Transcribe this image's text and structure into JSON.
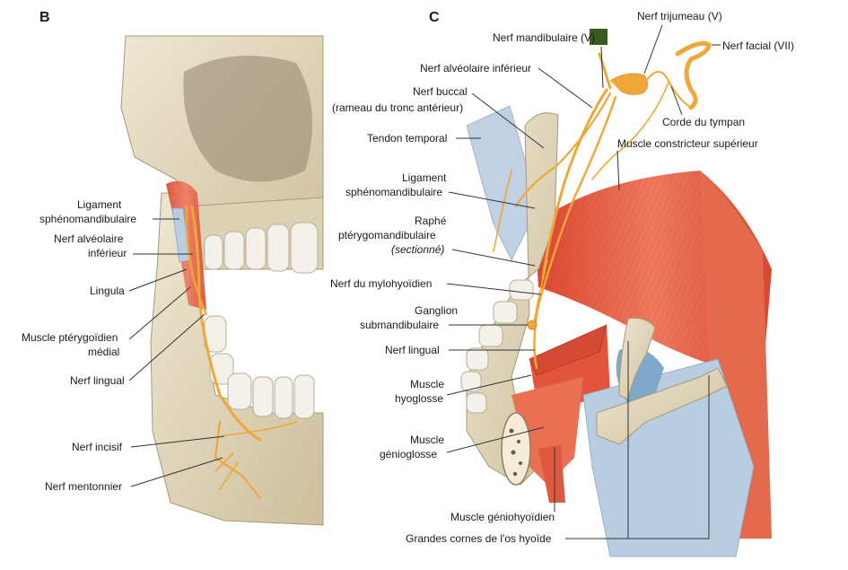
{
  "panel_b": {
    "letter": "B",
    "labels": {
      "sphenomandibular_1": "Ligament",
      "sphenomandibular_2": "sphénomandibulaire",
      "inferior_alveolar_1": "Nerf alvéolaire",
      "inferior_alveolar_2": "inférieur",
      "lingula": "Lingula",
      "medial_pterygoid_1": "Muscle ptérygoïdien",
      "medial_pterygoid_2": "médial",
      "lingual": "Nerf lingual",
      "incisive": "Nerf incisif",
      "mental": "Nerf mentonnier"
    }
  },
  "panel_c": {
    "letter": "C",
    "labels": {
      "mandibular_nerve": "Nerf mandibulaire (",
      "mandibular_nerve_v": "V",
      "mandibular_nerve_close": ")",
      "trigeminal": "Nerf trijumeau (V)",
      "facial": "Nerf facial (VII)",
      "inferior_alveolar": "Nerf alvéolaire inférieur",
      "buccal_1": "Nerf buccal",
      "buccal_2": "(rameau du tronc antérieur)",
      "chorda_tympani": "Corde du tympan",
      "temporal_tendon": "Tendon temporal",
      "superior_constrictor": "Muscle constricteur supérieur",
      "sphenomandibular_1": "Ligament",
      "sphenomandibular_2": "sphénomandibulaire",
      "raphe_1": "Raphé",
      "raphe_2": "ptérygomandibulaire",
      "raphe_3": "(sectionné)",
      "mylohyoid_nerve": "Nerf du mylohyoïdien",
      "ganglion_1": "Ganglion",
      "ganglion_2": "submandibulaire",
      "lingual": "Nerf lingual",
      "hyoglossus_1": "Muscle",
      "hyoglossus_2": "hyoglosse",
      "genioglossus_1": "Muscle",
      "genioglossus_2": "génioglosse",
      "geniohyoid": "Muscle géniohyoïdien",
      "greater_horns": "Grandes cornes de l'os hyoïde"
    }
  },
  "colors": {
    "bone": "#e6dcc2",
    "bone_shadow": "#c9bb98",
    "nerve": "#f0a73a",
    "muscle": "#e2553c",
    "muscle_light": "#ef8a6e",
    "ligament": "#b9cde0",
    "tooth": "#f4f1ea"
  }
}
